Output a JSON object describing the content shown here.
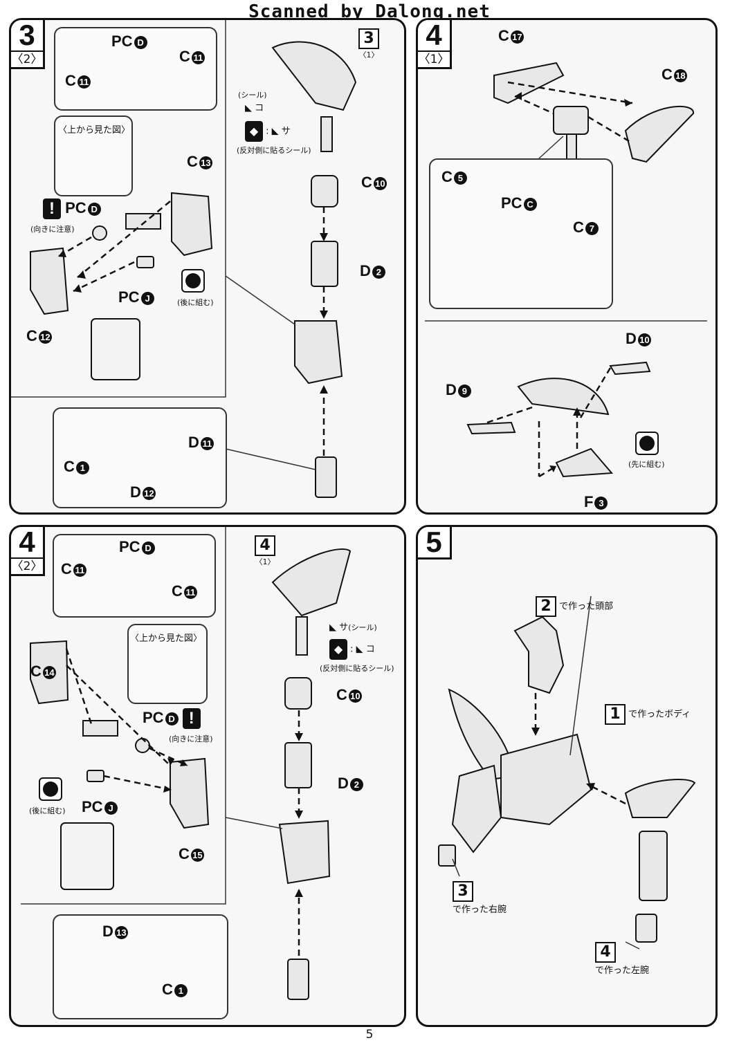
{
  "header": {
    "scan_credit": "Scanned by Dalong.net"
  },
  "footer": {
    "page_number": "5"
  },
  "step3_2": {
    "step": "3",
    "sub": "〈2〉",
    "view_label": "〈上から見た図〉",
    "caution_label": "(向きに注意)",
    "later_label": "(後に組む)",
    "parts": {
      "pcd_top": "PC",
      "c11_left": "C",
      "c11_right": "C",
      "c13": "C",
      "pcd_mid": "PC",
      "pcj": "PC",
      "c12": "C",
      "c1": "C",
      "d11": "D",
      "d12": "D"
    },
    "badges": {
      "pcd_top": "D",
      "c11_left": "11",
      "c11_right": "11",
      "c13": "13",
      "pcd_mid": "D",
      "pcj": "J",
      "c12": "12",
      "c1": "1",
      "d11": "11",
      "d12": "12"
    }
  },
  "step3_1": {
    "ref_step": "3",
    "ref_sub": "〈1〉",
    "seal_label": "(シール)",
    "seal_a": "コ",
    "seal_b": "サ",
    "reverse_label": "(反対側に貼るシール)",
    "parts": {
      "c10": "C",
      "d2": "D"
    },
    "badges": {
      "c10": "10",
      "d2": "2"
    }
  },
  "step4_1": {
    "step": "4",
    "sub": "〈1〉",
    "later_label": "(先に組む)",
    "parts": {
      "c17": "C",
      "c18": "C",
      "c5": "C",
      "pcc": "PC",
      "c7": "C",
      "d10": "D",
      "d9": "D",
      "f3": "F"
    },
    "badges": {
      "c17": "17",
      "c18": "18",
      "c5": "5",
      "pcc": "C",
      "c7": "7",
      "d10": "10",
      "d9": "9",
      "f3": "3"
    }
  },
  "step4_2": {
    "step": "4",
    "sub": "〈2〉",
    "view_label": "〈上から見た図〉",
    "caution_label": "(向きに注意)",
    "later_label": "(後に組む)",
    "parts": {
      "pcd_top": "PC",
      "c11_left": "C",
      "c11_right": "C",
      "c14": "C",
      "pcd_mid": "PC",
      "pcj": "PC",
      "c15": "C",
      "d13": "D",
      "c1": "C"
    },
    "badges": {
      "pcd_top": "D",
      "c11_left": "11",
      "c11_right": "11",
      "c14": "14",
      "pcd_mid": "D",
      "pcj": "J",
      "c15": "15",
      "d13": "13",
      "c1": "1"
    }
  },
  "step4_1ref": {
    "ref_step": "4",
    "ref_sub": "〈1〉",
    "seal_label": "(シール)",
    "seal_a": "サ",
    "seal_b": "コ",
    "reverse_label": "(反対側に貼るシール)",
    "parts": {
      "c10": "C",
      "d2": "D"
    },
    "badges": {
      "c10": "10",
      "d2": "2"
    }
  },
  "step5": {
    "step": "5",
    "head": {
      "num": "2",
      "label": "で作った頭部"
    },
    "body": {
      "num": "1",
      "label": "で作ったボディ"
    },
    "right_arm": {
      "num": "3",
      "label": "で作った右腕"
    },
    "left_arm": {
      "num": "4",
      "label": "で作った左腕"
    }
  }
}
